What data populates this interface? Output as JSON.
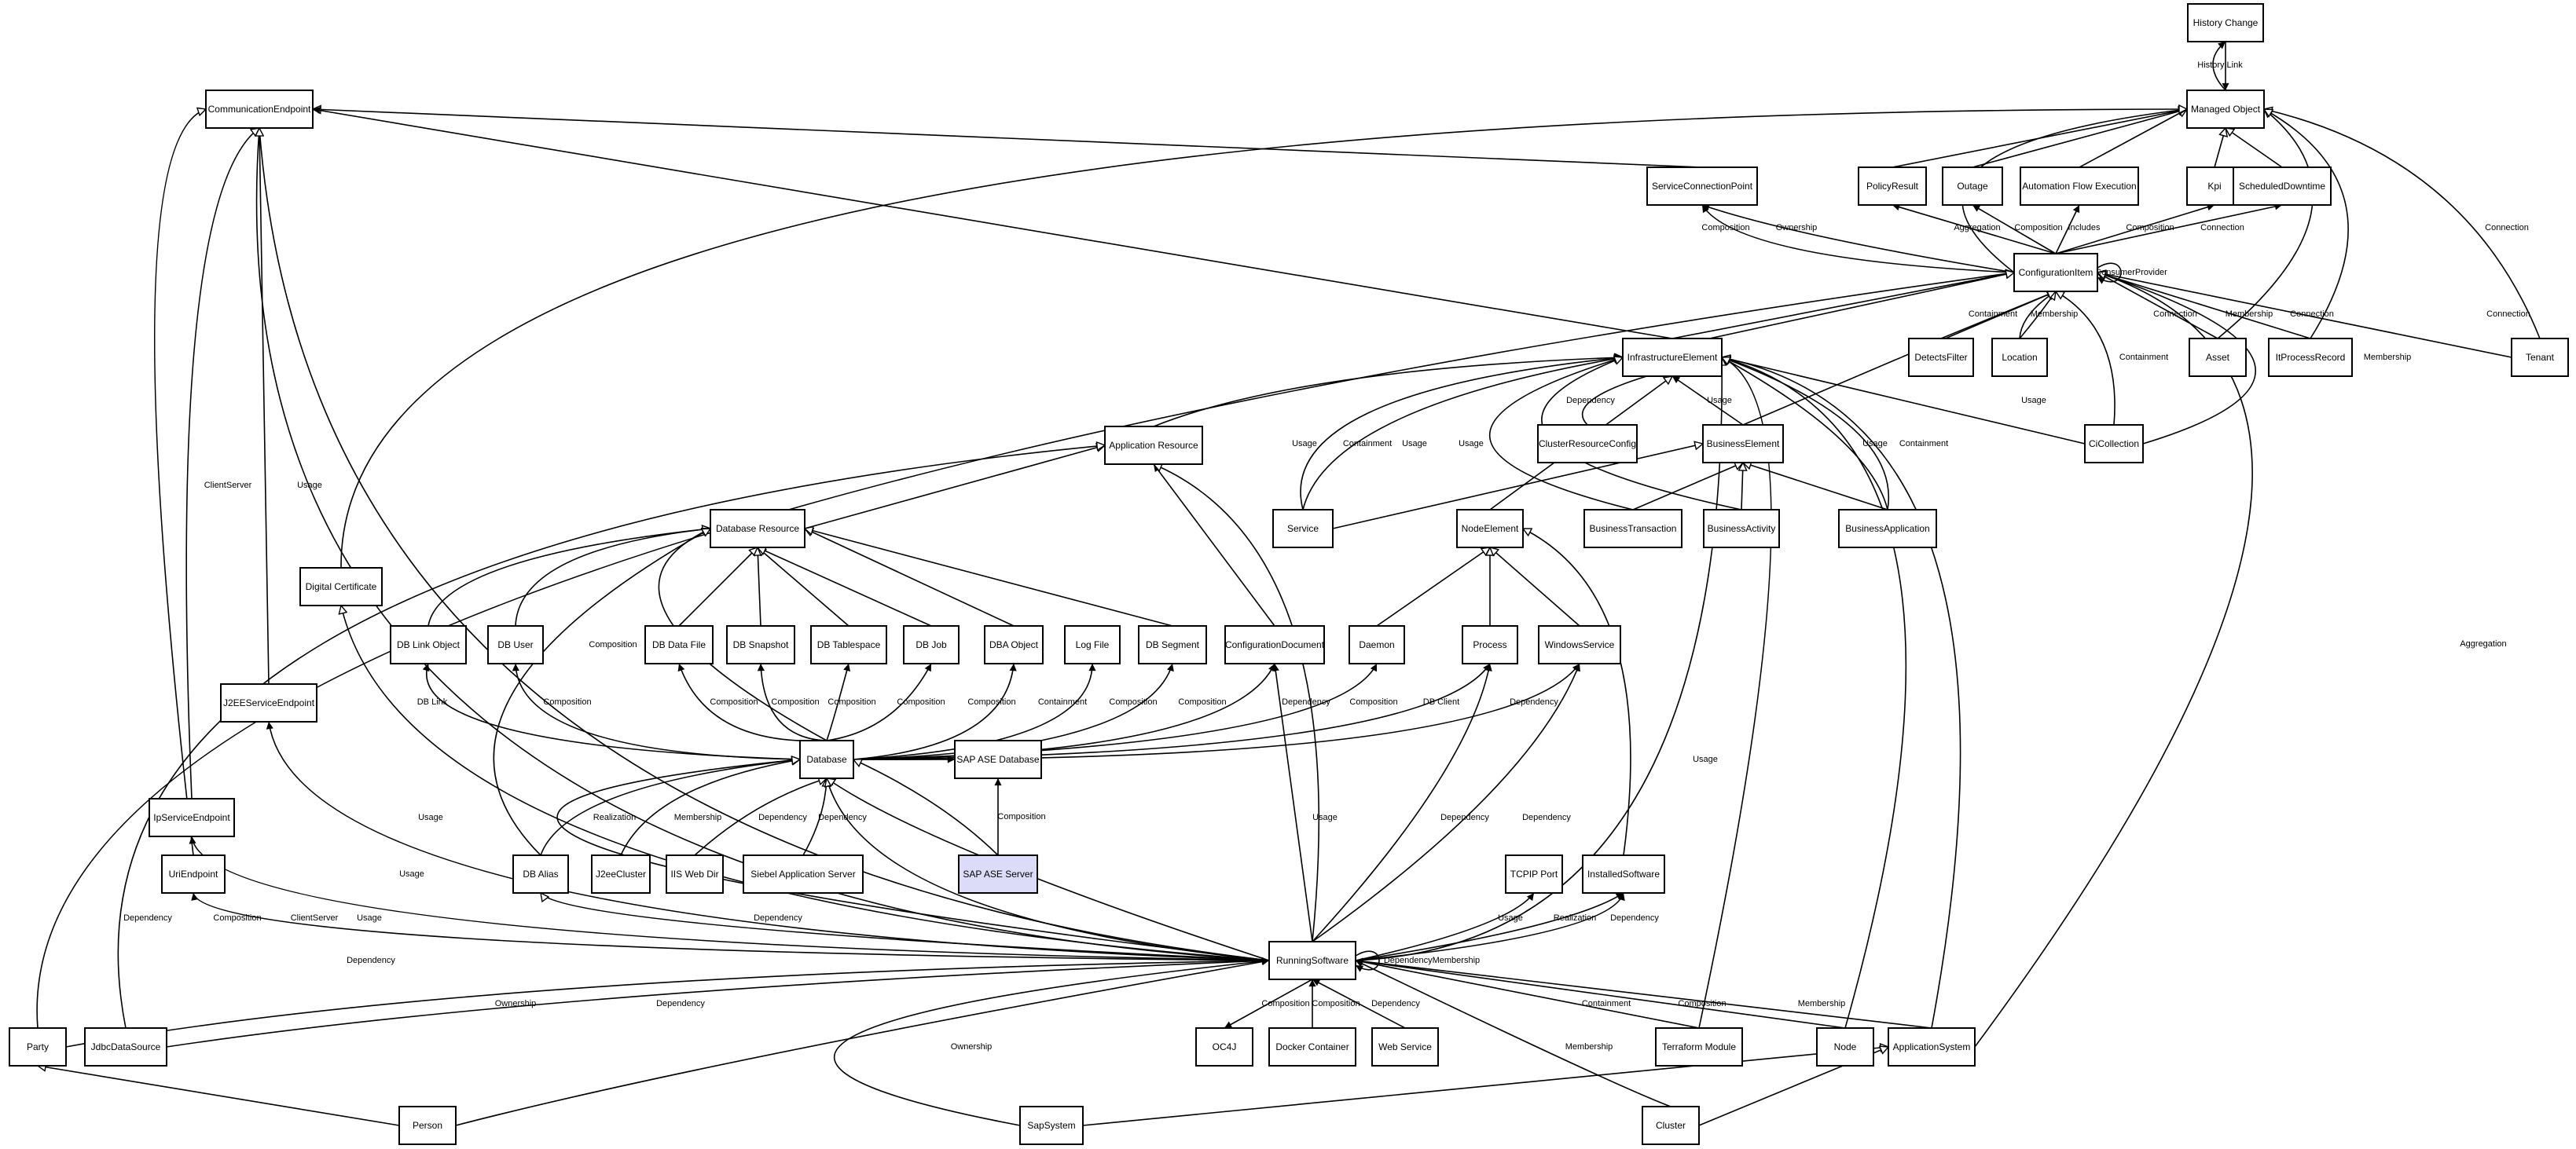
{
  "nodes": {
    "history_change": "History Change",
    "managed_object": "Managed Object",
    "communication_endpoint": "CommunicationEndpoint",
    "service_connection_point": "ServiceConnectionPoint",
    "policy_result": "PolicyResult",
    "outage": "Outage",
    "automation_flow_execution": "Automation Flow Execution",
    "kpi": "Kpi",
    "scheduled_downtime": "ScheduledDowntime",
    "configuration_item": "ConfigurationItem",
    "infrastructure_element": "InfrastructureElement",
    "detects_filter": "DetectsFilter",
    "location": "Location",
    "asset": "Asset",
    "it_process_record": "ItProcessRecord",
    "tenant": "Tenant",
    "application_resource": "Application Resource",
    "cluster_resource_config": "ClusterResourceConfig",
    "business_element": "BusinessElement",
    "ci_collection": "CiCollection",
    "database_resource": "Database Resource",
    "service": "Service",
    "node_element": "NodeElement",
    "business_transaction": "BusinessTransaction",
    "business_activity": "BusinessActivity",
    "business_application": "BusinessApplication",
    "digital_certificate": "Digital Certificate",
    "db_link_object": "DB Link Object",
    "db_user": "DB User",
    "db_data_file": "DB Data File",
    "db_snapshot": "DB Snapshot",
    "db_tablespace": "DB Tablespace",
    "db_job": "DB Job",
    "dba_object": "DBA Object",
    "log_file": "Log File",
    "db_segment": "DB Segment",
    "configuration_document": "ConfigurationDocument",
    "daemon": "Daemon",
    "process": "Process",
    "windows_service": "WindowsService",
    "j2ee_service_endpoint": "J2EEServiceEndpoint",
    "database": "Database",
    "sap_ase_database": "SAP ASE Database",
    "ip_service_endpoint": "IpServiceEndpoint",
    "uri_endpoint": "UriEndpoint",
    "db_alias": "DB Alias",
    "j2ee_cluster": "J2eeCluster",
    "iis_web_dir": "IIS Web Dir",
    "siebel_application_server": "Siebel Application Server",
    "sap_ase_server": "SAP ASE Server",
    "tcpip_port": "TCPIP Port",
    "installed_software": "InstalledSoftware",
    "running_software": "RunningSoftware",
    "party": "Party",
    "jdbc_data_source": "JdbcDataSource",
    "oc4j": "OC4J",
    "docker_container": "Docker Container",
    "web_service": "Web Service",
    "terraform_module": "Terraform Module",
    "node": "Node",
    "application_system": "ApplicationSystem",
    "person": "Person",
    "sap_system": "SapSystem",
    "cluster": "Cluster"
  },
  "edge_labels": {
    "history_link": "History Link",
    "aggregation": "Aggregation",
    "composition": "Composition",
    "includes": "Includes",
    "connection": "Connection",
    "ownership": "Ownership",
    "consumer_provider": "ConsumerProvider",
    "containment": "Containment",
    "membership": "Membership",
    "usage": "Usage",
    "dependency": "Dependency",
    "client_server": "ClientServer",
    "db_link": "DB Link",
    "db_client": "DB Client",
    "realization": "Realization",
    "dependency_membership": "DependencyMembership"
  },
  "highlight_node": "sap_ase_server",
  "colors": {
    "background": "#ffffff",
    "stroke": "#000000",
    "highlight_fill": "#dcdcf8"
  }
}
